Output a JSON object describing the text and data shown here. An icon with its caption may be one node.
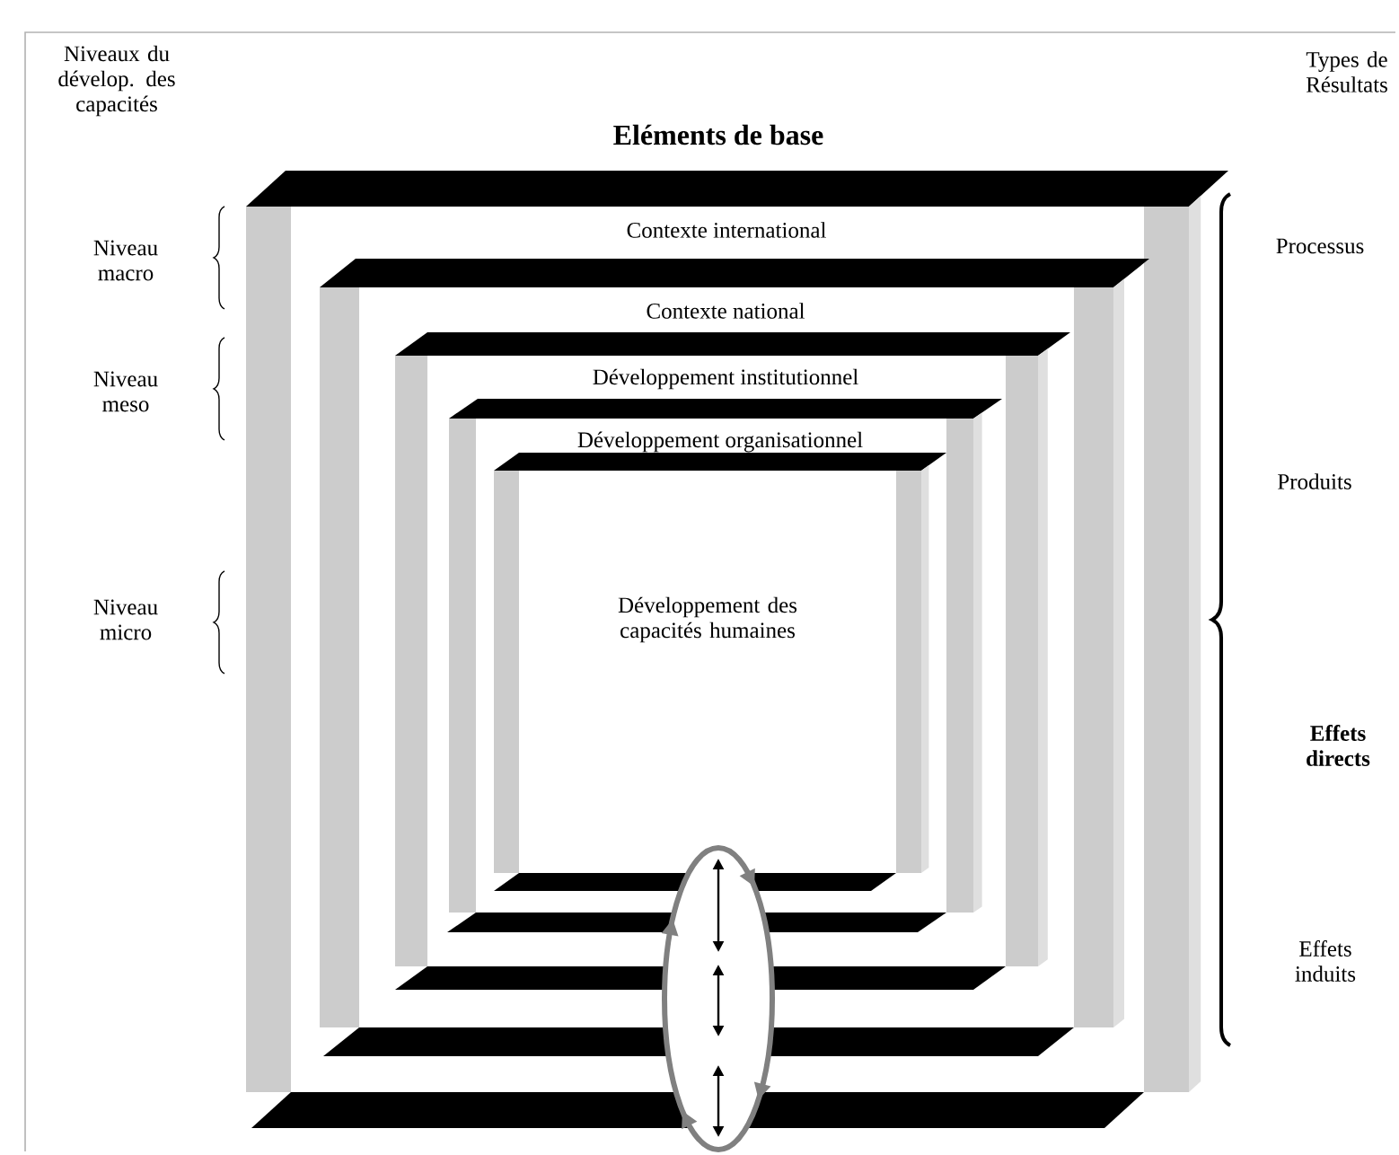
{
  "diagram": {
    "title": "Eléments de base",
    "nodes": [
      {
        "text": [
          "Contexte international"
        ]
      },
      {
        "text": [
          "Contexte national"
        ],
        "in": 0
      },
      {
        "text": [
          "Développement institutionnel"
        ],
        "in": 1
      },
      {
        "text": [
          "Développement organisationnel"
        ],
        "in": 2
      },
      {
        "text": [
          "Développement des capacités humaines"
        ],
        "in": 3
      }
    ],
    "edges": [
      {
        "from": 4,
        "to": 3,
        "arrow": "both"
      },
      {
        "from": 2,
        "to": 1,
        "arrow": "both"
      },
      {
        "from": 1,
        "to": 0,
        "arrow": "both"
      }
    ],
    "labels": [
      "Niveaux du dévelop. des capacités",
      "Types de Résultats",
      "Niveau macro",
      "Processus",
      "Niveau meso",
      "Produits",
      "Niveau micro",
      "Effets directs",
      "Effets induits"
    ]
  }
}
